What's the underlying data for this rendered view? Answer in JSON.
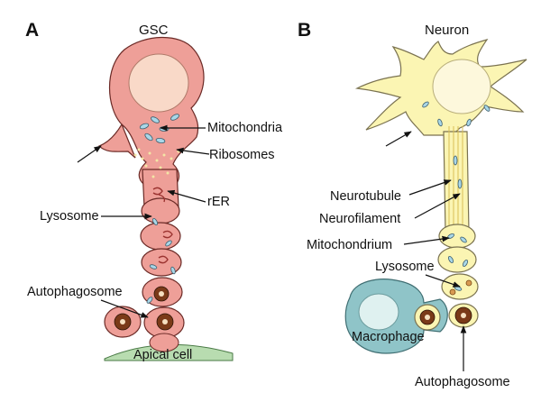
{
  "panel_a": {
    "letter": "A",
    "title": "GSC",
    "labels": {
      "mitochondria": "Mitochondria",
      "ribosomes": "Ribosomes",
      "rer": "rER",
      "lysosome": "Lysosome",
      "autophagosome": "Autophagosome",
      "apical_cell": "Apical cell"
    }
  },
  "panel_b": {
    "letter": "B",
    "title": "Neuron",
    "labels": {
      "neurotubule": "Neurotubule",
      "neurofilament": "Neurofilament",
      "mitochondrium": "Mitochondrium",
      "lysosome": "Lysosome",
      "macrophage": "Macrophage",
      "autophagosome": "Autophagosome"
    }
  },
  "colors": {
    "gsc_fill": "#ee9f98",
    "gsc_stroke": "#6b2a26",
    "nucleus_fill": "#f9d9c8",
    "neuron_fill": "#fbf5b3",
    "neuron_stroke": "#7a7250",
    "macrophage_fill": "#8fc4c8",
    "apical_fill": "#b8dcb0"
  }
}
